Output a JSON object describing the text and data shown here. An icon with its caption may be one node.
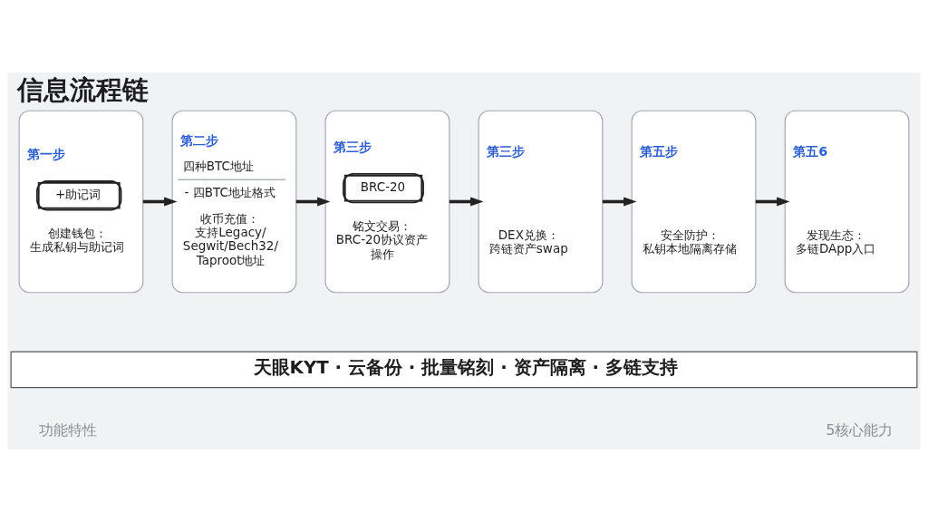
{
  "diagram": {
    "title": "信息流程链",
    "nodes": [
      {
        "text": [
          "第一步",
          "+助记词",
          "创建钱包：生成私钥与助记词"
        ]
      },
      {
        "text": [
          "第二步",
          "四种BTC地址",
          "- 四BTC地址格式",
          "收币充值：支持Legacy/Segwit/Bech32/Taproot地址"
        ]
      },
      {
        "text": [
          "第三步",
          "BRC-20",
          "铭文交易：BRC-20协议资产操作"
        ]
      },
      {
        "text": [
          "第三步",
          "DEX兑换：跨链资产swap"
        ]
      },
      {
        "text": [
          "第五步",
          "安全防护：私钥本地隔离存储"
        ]
      },
      {
        "text": [
          "第五6",
          "发现生态：多链DApp入口"
        ]
      },
      {
        "text": [
          "天眼KYT · 云备份 · 批量铭刻 · 资产隔离 · 多链支持"
        ]
      }
    ],
    "edges": [
      {
        "from": 0,
        "to": 1,
        "arrow": "to"
      },
      {
        "from": 1,
        "to": 2,
        "arrow": "to"
      },
      {
        "from": 2,
        "to": 3,
        "arrow": "to"
      },
      {
        "from": 3,
        "to": 4,
        "arrow": "to"
      },
      {
        "from": 4,
        "to": 5,
        "arrow": "to"
      }
    ],
    "labels": [
      "功能特性",
      "5核心能力"
    ]
  }
}
